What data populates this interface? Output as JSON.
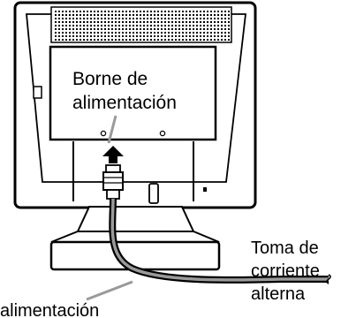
{
  "labels": {
    "power_terminal": [
      "Borne de",
      "alimentación"
    ],
    "ac_outlet": [
      "Toma de",
      "corriente",
      "alterna"
    ],
    "power_cable": "alimentación"
  },
  "icons": {
    "plug_direction": "arrow-up-icon"
  },
  "colors": {
    "line": "#000000",
    "leader_line": "#9a9a9a",
    "background": "#ffffff",
    "cable_outer": "#000000",
    "cable_inner": "#9a9a9a"
  }
}
